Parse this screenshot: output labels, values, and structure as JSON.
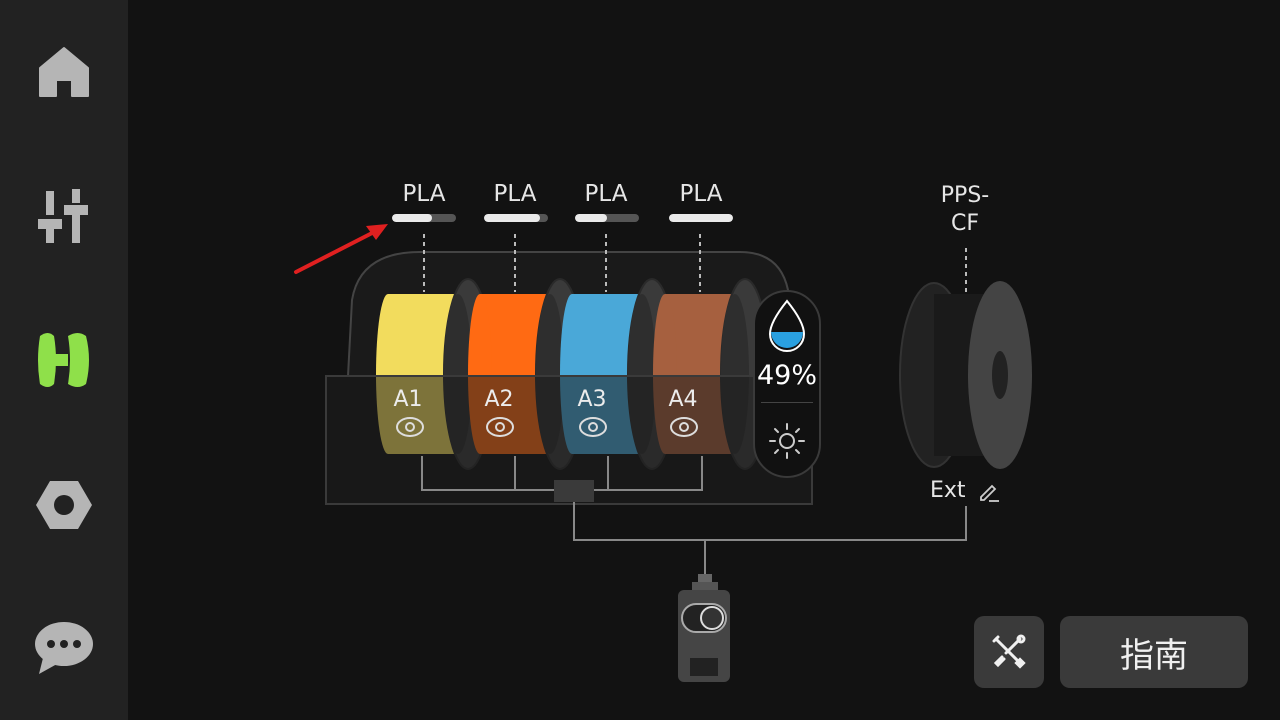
{
  "sidebar": {
    "items": [
      {
        "icon": "home-icon"
      },
      {
        "icon": "sliders-icon"
      },
      {
        "icon": "filament-icon",
        "active": true,
        "color": "#8fe04a"
      },
      {
        "icon": "nut-icon"
      },
      {
        "icon": "chat-icon"
      }
    ]
  },
  "ams": {
    "slots": [
      {
        "id": "A1",
        "material": "PLA",
        "color": "#f2dc5d",
        "remaining": 0.62
      },
      {
        "id": "A2",
        "material": "PLA",
        "color": "#ff6a13",
        "remaining": 0.88
      },
      {
        "id": "A3",
        "material": "PLA",
        "color": "#4aa8d8",
        "remaining": 0.5
      },
      {
        "id": "A4",
        "material": "PLA",
        "color": "#a6603f",
        "remaining": 1.0
      }
    ],
    "humidity": "49%"
  },
  "external": {
    "material_line1": "PPS-",
    "material_line2": "CF",
    "label": "Ext"
  },
  "buttons": {
    "guide": "指南"
  },
  "colors": {
    "accent": "#8fe04a",
    "annotation_arrow": "#e02020",
    "background": "#121212",
    "sidebar": "#222222"
  }
}
